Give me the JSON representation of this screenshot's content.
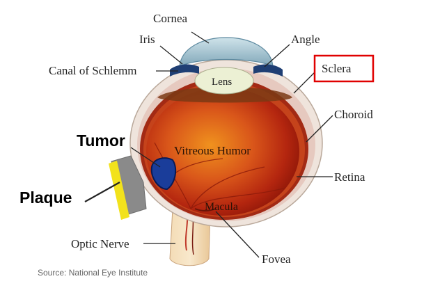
{
  "labels": {
    "cornea": "Cornea",
    "iris": "Iris",
    "angle": "Angle",
    "canal": "Canal of Schlemm",
    "lens": "Lens",
    "sclera": "Sclera",
    "choroid": "Choroid",
    "vitreous": "Vitreous Humor",
    "retina": "Retina",
    "macula": "Macula",
    "optic_nerve": "Optic Nerve",
    "fovea": "Fovea",
    "tumor": "Tumor",
    "plaque": "Plaque"
  },
  "source": "Source: National Eye Institute",
  "colors": {
    "highlight_box": "#e00000",
    "tumor_fill": "#1a3d9a",
    "plaque_gray": "#8a8a8a",
    "plaque_yellow": "#f2e21c"
  }
}
